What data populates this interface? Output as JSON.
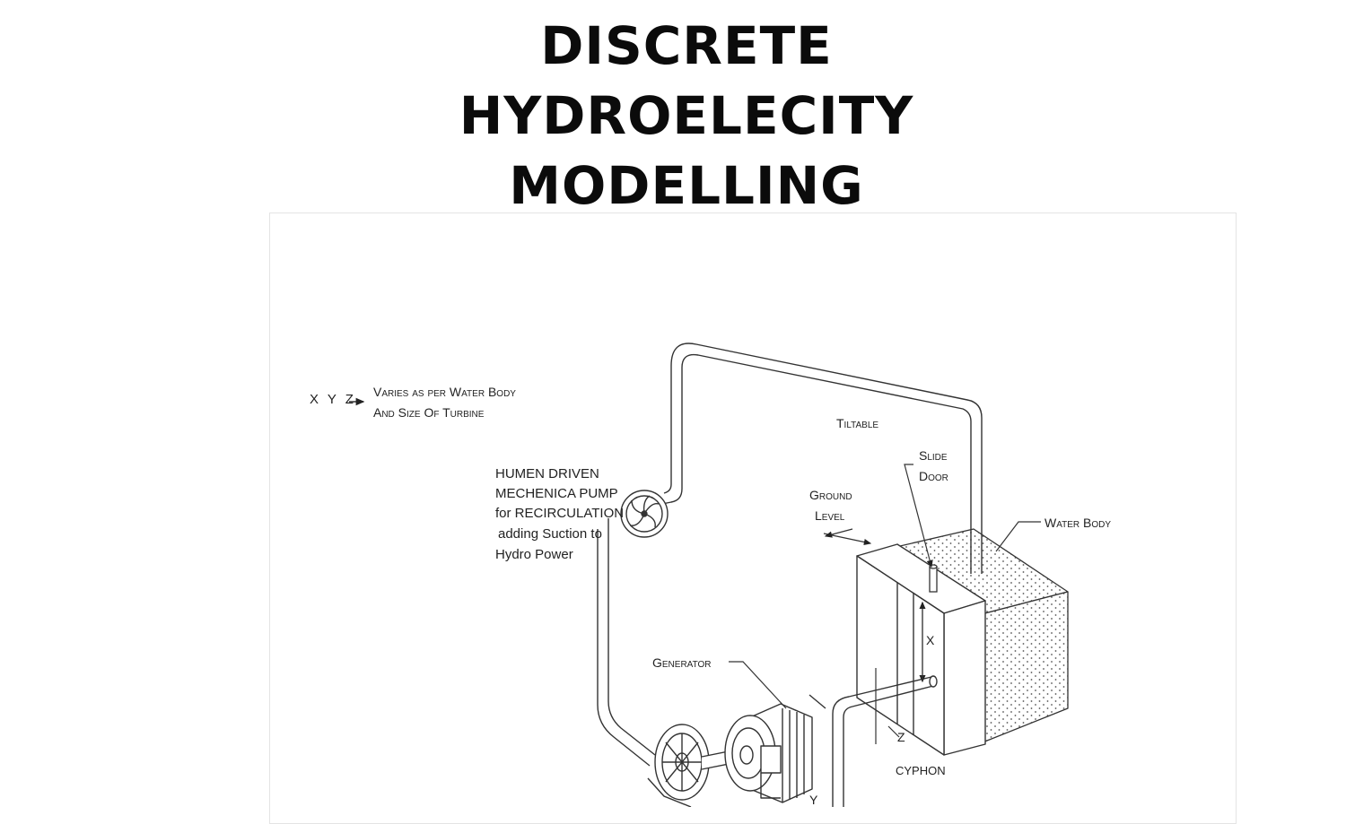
{
  "title": {
    "line1": "DISCRETE",
    "line2": "HYDROELECITY",
    "line3": "MODELLING"
  },
  "diagram": {
    "legend": {
      "symbol": "X Y Z",
      "text_line1": "Varies as per Water Body",
      "text_line2": "And Size Of Turbine"
    },
    "labels": {
      "tiltable": "Tiltable",
      "slide_door_1": "Slide",
      "slide_door_2": "Door",
      "ground_level_1": "Ground",
      "ground_level_2": "Level",
      "water_body": "Water Body",
      "generator": "Generator",
      "cyphon": "CYPHON",
      "pump_line1": "HUMEN DRIVEN",
      "pump_line2": "MECHENICA PUMP",
      "pump_line3": "for RECIRCULATION",
      "pump_line4": "adding Suction to",
      "pump_line5": "Hydro Power",
      "dim_x": "X",
      "dim_z": "Z",
      "dim_y": "Y"
    }
  }
}
